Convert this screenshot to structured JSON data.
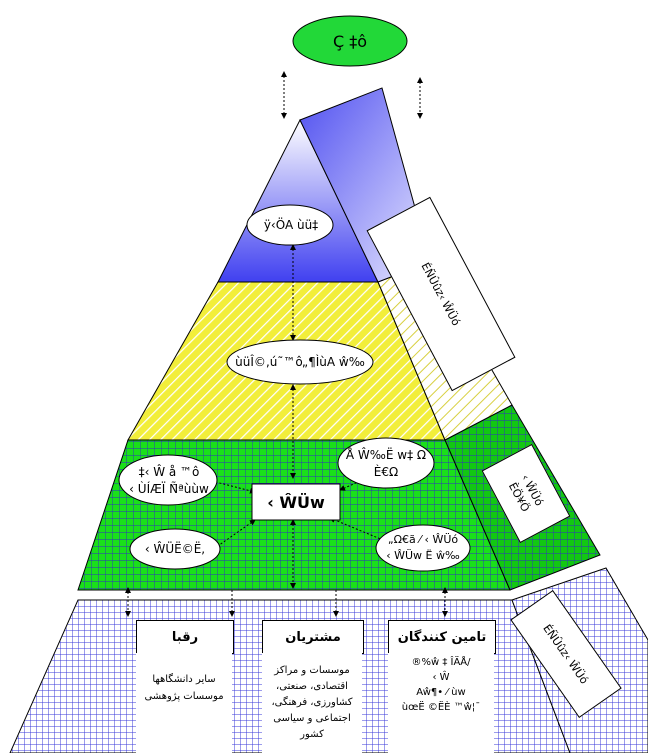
{
  "diagram": {
    "top_ellipse": "Ç ‡ô",
    "apex_ellipse": "ÿ‹ÖA ùü‡",
    "yellow_ellipse": "ùüÎ©‚ú˜™ô„¶ÌùA ŵ‰",
    "center_box": "‹ ŴÜw",
    "green_left_top": [
      "‡‹ Ŵ å ™ô",
      "‹ ÙÍÆÏ Ñ̃ªùùw"
    ],
    "green_right_top": [
      "Å Ŵ‰Ë w‡ Ω",
      "È€Ω"
    ],
    "green_left_bottom": "‹ ŴÜË©Ë,",
    "green_right_bottom": [
      "„Ω€ã ⁄ ‹ ŴÜó",
      "‹ ŴÜw Ë ŵ‰"
    ],
    "side_top": "ÉÑÛûz‹ ŴÜó",
    "side_middle": [
      "‹ ŴÜó",
      "ÈÖ¥Ö"
    ],
    "side_bottom": "ÉÑÛûz‹ ŴÜó"
  },
  "columns": [
    {
      "id": "rivals",
      "title": "رقبا",
      "lines": [
        "سایر دانشگاهها",
        "موسسات پژوهشی"
      ]
    },
    {
      "id": "customers",
      "title": "مشتریان",
      "lines": [
        "موسسات و مراكز",
        "اقتصادی، صنعتی،",
        "كشاورزی، فرهنگی،",
        "اجتماعی و سیاسی",
        "كشور"
      ]
    },
    {
      "id": "suppliers",
      "title": "تامین كنندگان",
      "lines": [
        "®%ŵ ‡ ÎÄÅ/",
        "‹ Ŵ",
        "Aŵ¶• ⁄ ùw",
        "ùœË ©ËÈ ™ŵ¦¯"
      ]
    }
  ],
  "colors": {
    "top_ellipse": "#22d838",
    "apex": "#4d4df0",
    "yellow": "#f2ee3a",
    "green": "#18e018",
    "grid": "#3a3ad0",
    "base": "#d8d8f8"
  }
}
